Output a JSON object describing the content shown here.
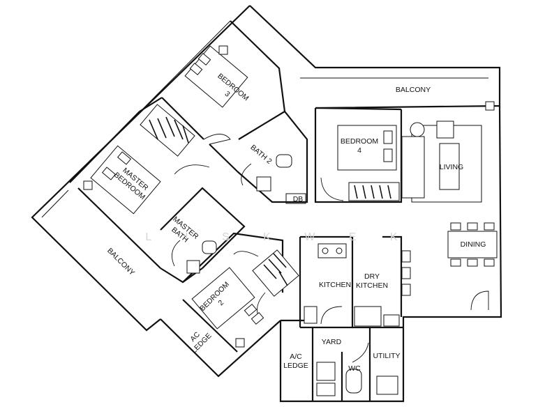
{
  "rooms": {
    "balcony_top": "BALCONY",
    "bedroom3_line1": "BEDROOM",
    "bedroom3_line2": "3",
    "bath2": "BATH 2",
    "bedroom4_line1": "BEDROOM",
    "bedroom4_line2": "4",
    "living": "LIVING",
    "master_line1": "MASTER",
    "master_line2": "BEDROOM",
    "db": "DB",
    "master_bath_line1": "MASTER",
    "master_bath_line2": "BATH",
    "dining": "DINING",
    "balcony_left": "BALCONY",
    "kitchen": "KITCHEN",
    "dry_kitchen_line1": "DRY",
    "dry_kitchen_line2": "KITCHEN",
    "bedroom2_line1": "BEDROOM",
    "bedroom2_line2": "2",
    "ac_ledge_left_line1": "AC",
    "ac_ledge_left_line2": "LEDGE",
    "yard": "YARD",
    "ac_ledge_bottom_line1": "A/C",
    "ac_ledge_bottom_line2": "LEDGE",
    "utility": "UTILITY",
    "wc": "WC"
  },
  "watermark": "L I S  K W E K"
}
